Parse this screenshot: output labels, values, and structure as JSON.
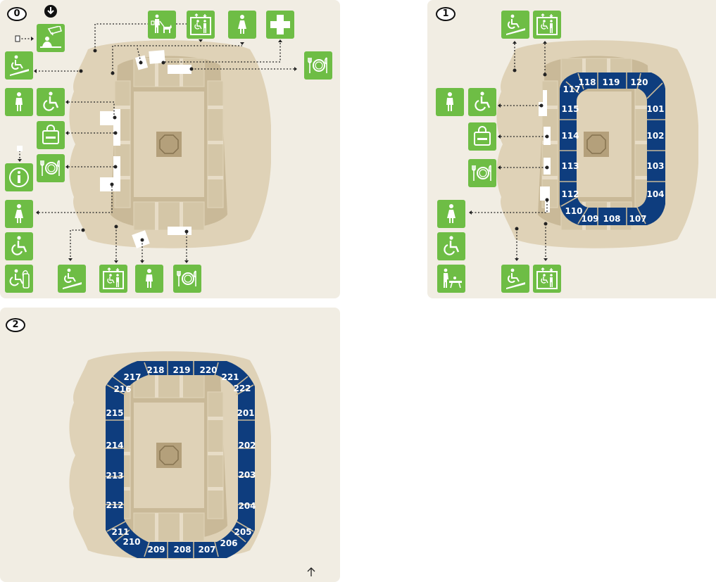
{
  "levels": {
    "l0": "0",
    "l1": "1",
    "l2": "2"
  },
  "colors": {
    "panel": "#f1ede3",
    "building": "#dfd2b7",
    "inner": "#c9b998",
    "seating": "#0e3d7e",
    "icon": "#6ebd45"
  },
  "level0_icons": [
    "security-check-icon",
    "ramp-icon",
    "toilet-icon",
    "wheelchair-icon",
    "shop-icon",
    "restaurant-icon",
    "info-icon",
    "toilet-icon",
    "wheelchair-icon",
    "wheelchair-charging-icon",
    "ramp-icon",
    "elevator-icon",
    "toilet-icon",
    "restaurant-icon",
    "guide-dog-icon",
    "elevator-icon",
    "toilet-icon",
    "first-aid-icon",
    "restaurant-icon"
  ],
  "level1_icons": [
    "ramp-icon",
    "elevator-icon",
    "toilet-icon",
    "wheelchair-icon",
    "shop-icon",
    "restaurant-icon",
    "toilet-icon",
    "wheelchair-icon",
    "changing-table-icon",
    "ramp-icon",
    "elevator-icon"
  ],
  "level1_sections": {
    "s101": "101",
    "s102": "102",
    "s103": "103",
    "s104": "104",
    "s107": "107",
    "s108": "108",
    "s109": "109",
    "s110": "110",
    "s112": "112",
    "s113": "113",
    "s114": "114",
    "s115": "115",
    "s117": "117",
    "s118": "118",
    "s119": "119",
    "s120": "120"
  },
  "level2_sections": {
    "s201": "201",
    "s202": "202",
    "s203": "203",
    "s204": "204",
    "s205": "205",
    "s206": "206",
    "s207": "207",
    "s208": "208",
    "s209": "209",
    "s210": "210",
    "s211": "211",
    "s212": "212",
    "s213": "213",
    "s214": "214",
    "s215": "215",
    "s216": "216",
    "s217": "217",
    "s218": "218",
    "s219": "219",
    "s220": "220",
    "s221": "221",
    "s222": "222"
  }
}
